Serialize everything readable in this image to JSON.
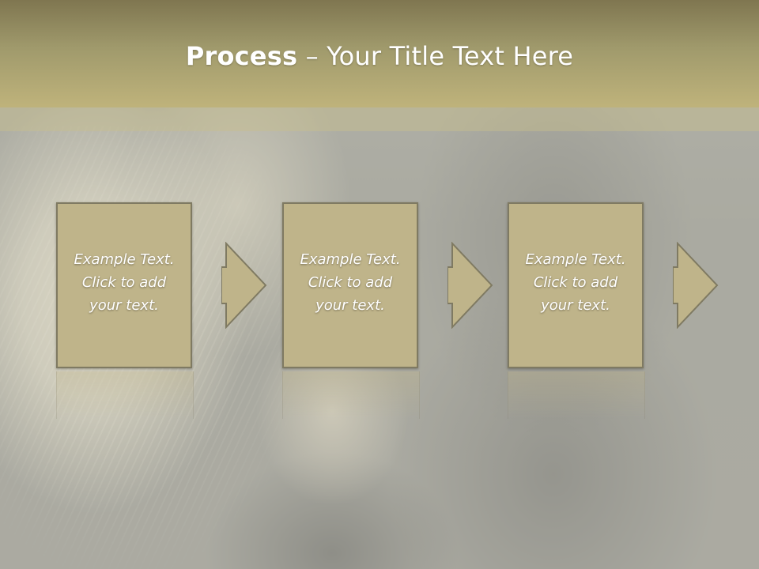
{
  "slide": {
    "title_bold": "Process",
    "title_rest": " – Your Title Text Here",
    "steps": [
      {
        "text": "Example Text.\nClick  to add\nyour text."
      },
      {
        "text": "Example Text.\nClick  to add\nyour text."
      },
      {
        "text": "Example Text.\nClick  to add\nyour text."
      }
    ]
  },
  "colors": {
    "banner": "#bfb37b",
    "box_fill": "#bfb48a",
    "box_border": "#7f7a62",
    "text": "#ffffff"
  },
  "icons": [
    "right-arrow-icon"
  ]
}
